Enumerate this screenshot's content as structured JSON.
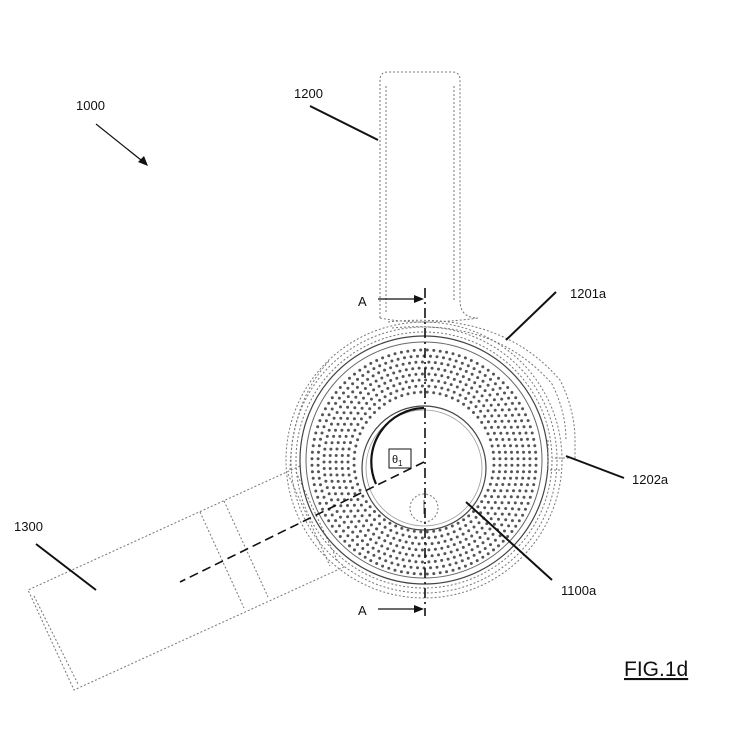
{
  "figure": {
    "title": "FIG.1d"
  },
  "references": {
    "assembly": "1000",
    "handle": "1200",
    "cuff_front": "1201a",
    "cuff_side": "1202a",
    "head_face": "1100a",
    "attachment": "1300"
  },
  "section": {
    "label_top": "A",
    "label_bottom": "A"
  },
  "angle": {
    "symbol": "θ",
    "subscript": "1"
  },
  "colors": {
    "line": "#111111",
    "hidden_line": "#777777",
    "background": "#ffffff"
  }
}
